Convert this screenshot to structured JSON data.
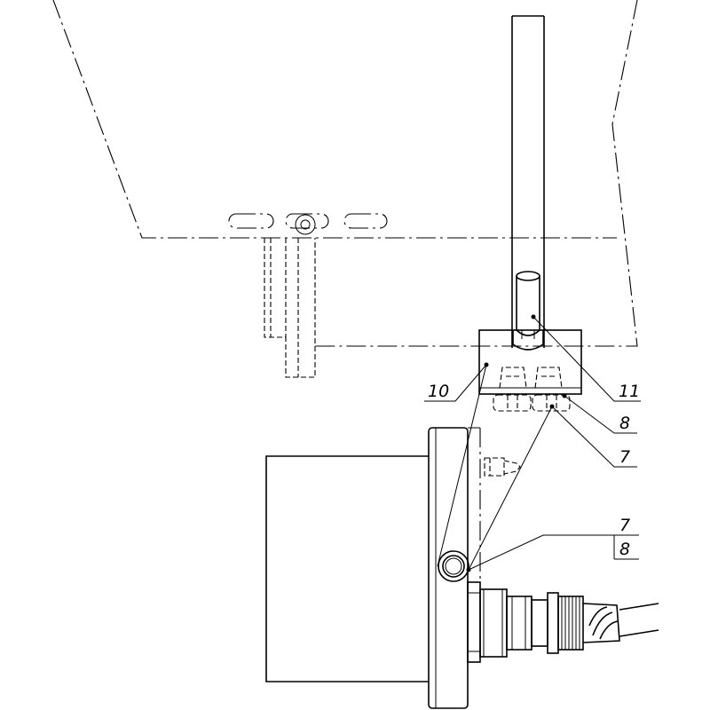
{
  "callouts": {
    "c10": "10",
    "c11": "11",
    "c8_upper": "8",
    "c7_upper": "7",
    "c7_lower": "7",
    "c8_lower": "8"
  },
  "colors": {
    "line": "#000000",
    "background": "#ffffff"
  }
}
